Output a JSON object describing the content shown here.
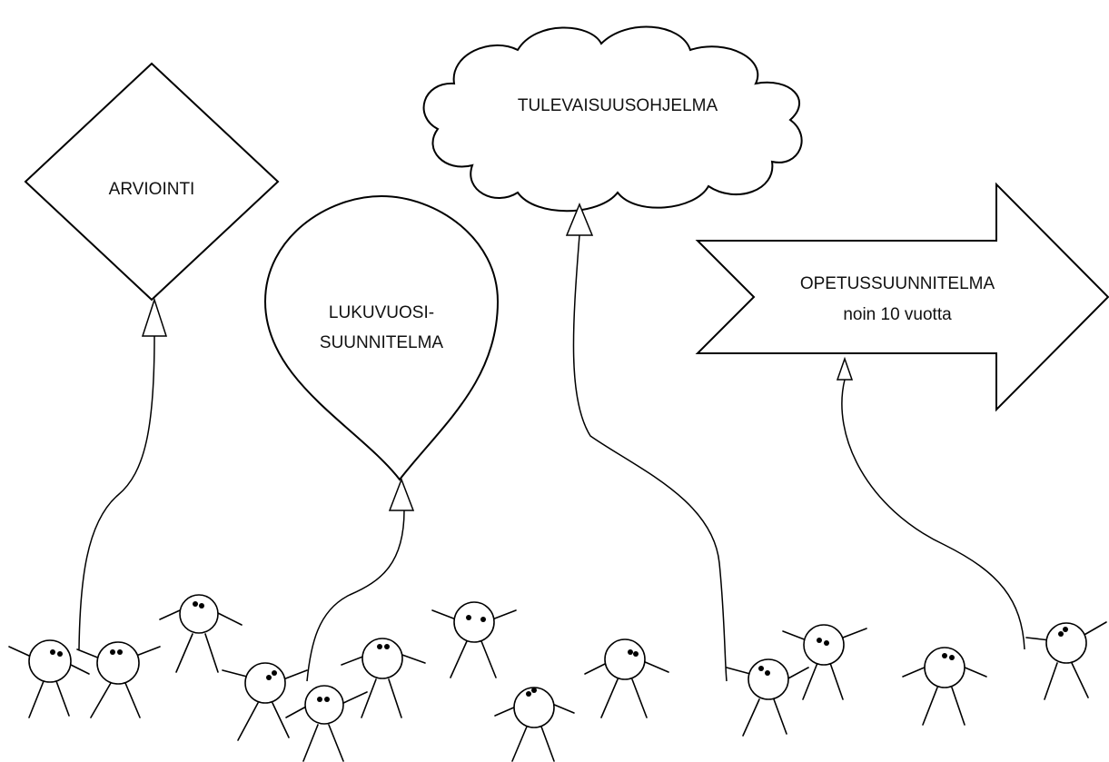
{
  "shapes": {
    "kite_label": "ARVIOINTI",
    "balloon_label_line1": "LUKUVUOSI-",
    "balloon_label_line2": "SUUNNITELMA",
    "cloud_label": "TULEVAISUUSOHJELMA",
    "arrow_label_line1": "OPETUSSUUNNITELMA",
    "arrow_label_line2": "noin 10 vuotta"
  },
  "colors": {
    "stroke": "#000000",
    "fill": "#ffffff",
    "text": "#111111"
  }
}
